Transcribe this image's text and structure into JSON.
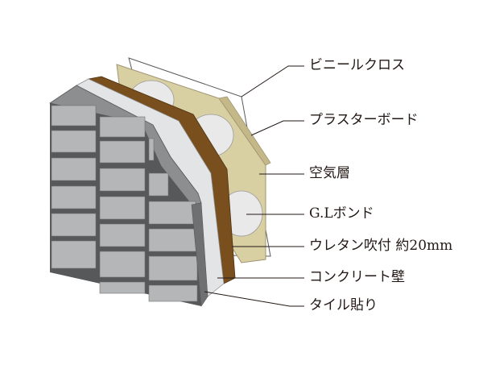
{
  "labels": {
    "vinyl_cloth": "ビニールクロス",
    "plasterboard": "プラスターボード",
    "air_layer": "空気層",
    "gl_bond": "G.Lボンド",
    "urethane_foam": "ウレタン吹付 約20mm",
    "concrete_wall": "コンクリート壁",
    "tile_finish": "タイル貼り"
  },
  "colors": {
    "tile_face": "#b5b6b7",
    "tile_dark": "#6f7072",
    "tile_joint": "#57585a",
    "concrete": "#e3e4e5",
    "urethane": "#7a4f1e",
    "plasterboard": "#d8cfa3",
    "plaster_edge": "#c4b889",
    "bond_spot": "#e9e9ea",
    "vinyl": "#ffffff",
    "text": "#231815"
  }
}
